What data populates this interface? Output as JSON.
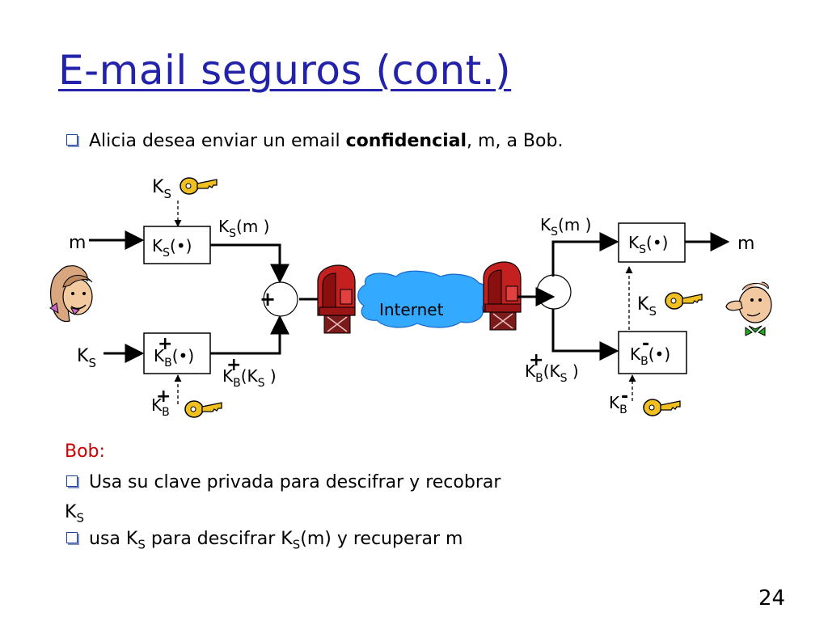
{
  "slide": {
    "title": "E-mail seguros (cont.)",
    "intro": {
      "prefix": "Alicia desea enviar un email ",
      "bold": "confidencial",
      "suffix": ", m, a Bob."
    },
    "bob_heading": "Bob:",
    "bob_bullet1": "Usa su clave privada para descifrar y recobrar",
    "bob_bullet1_wrap": "K",
    "bob_bullet1_wrap_sub": "S",
    "bob_bullet2_a": "usa K",
    "bob_bullet2_sub1": "S",
    "bob_bullet2_b": " para descifrar K",
    "bob_bullet2_sub2": "S",
    "bob_bullet2_c": "(m) y recuperar m",
    "page_number": "24"
  },
  "diagram": {
    "K": "K",
    "S": "S",
    "B": "B",
    "m": "m",
    "plus": "+",
    "minus": "-",
    "dot_fn": "(•)",
    "m_paren": "(m )",
    "open_paren": "(",
    "close_paren": " )",
    "internet": "Internet"
  }
}
